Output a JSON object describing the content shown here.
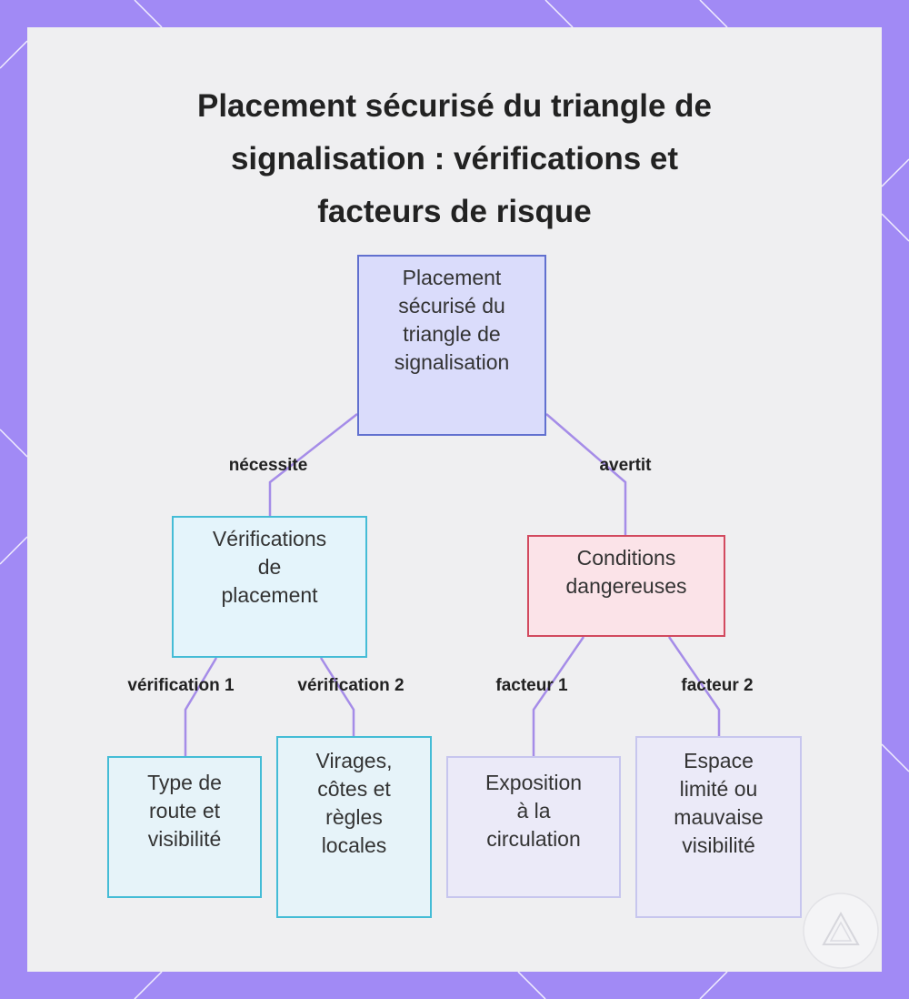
{
  "title": {
    "lines": [
      "Placement sécurisé du triangle de",
      "signalisation : vérifications et",
      "facteurs de risque"
    ]
  },
  "nodes": {
    "root": {
      "lines": [
        "Placement",
        "sécurisé du",
        "triangle de",
        "signalisation"
      ]
    },
    "verifications": {
      "lines": [
        "Vérifications",
        "de",
        "placement"
      ]
    },
    "conditions": {
      "lines": [
        "Conditions",
        "dangereuses"
      ]
    },
    "leaf_route": {
      "lines": [
        "Type de",
        "route et",
        "visibilité"
      ]
    },
    "leaf_virages": {
      "lines": [
        "Virages,",
        "côtes et",
        "règles",
        "locales"
      ]
    },
    "leaf_exposition": {
      "lines": [
        "Exposition",
        "à la",
        "circulation"
      ]
    },
    "leaf_espace": {
      "lines": [
        "Espace",
        "limité ou",
        "mauvaise",
        "visibilité"
      ]
    }
  },
  "edges": {
    "necessite": "nécessite",
    "avertit": "avertit",
    "verification_1": "vérification 1",
    "verification_2": "vérification 2",
    "facteur_1": "facteur 1",
    "facteur_2": "facteur 2"
  },
  "colors": {
    "frame": "#a18af5",
    "edge": "#a58ce8",
    "root_fill": "#dadcfb",
    "root_border": "#6170cf",
    "verif_border": "#44bcd6",
    "danger_border": "#d24a5f",
    "risk_leaf_border": "#c7c6ee"
  },
  "icons": {
    "logo": "triangle-logo-icon"
  }
}
